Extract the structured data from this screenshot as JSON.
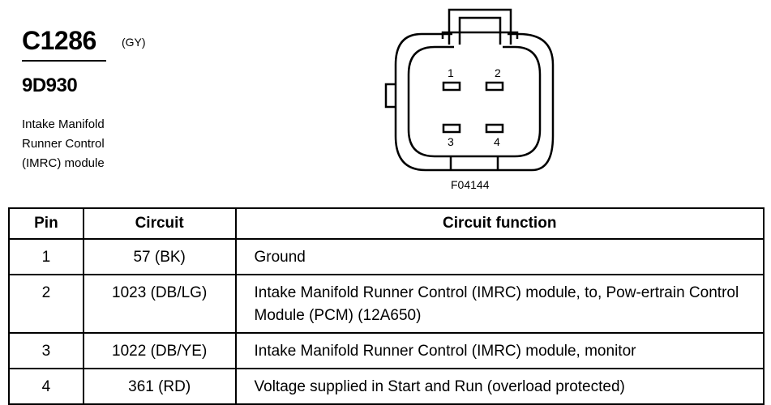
{
  "connector": {
    "id": "C1286",
    "color": "(GY)",
    "part_number": "9D930",
    "description_lines": [
      "Intake Manifold",
      "Runner Control",
      "(IMRC) module"
    ]
  },
  "diagram": {
    "figure_id": "F04144",
    "pin_labels": [
      "1",
      "2",
      "3",
      "4"
    ]
  },
  "table": {
    "headers": [
      "Pin",
      "Circuit",
      "Circuit function"
    ],
    "rows": [
      {
        "pin": "1",
        "circuit": "57 (BK)",
        "function": "Ground"
      },
      {
        "pin": "2",
        "circuit": "1023 (DB/LG)",
        "function": "Intake Manifold Runner Control (IMRC) module, to, Pow-ertrain Control Module (PCM) (12A650)"
      },
      {
        "pin": "3",
        "circuit": "1022 (DB/YE)",
        "function": "Intake Manifold Runner Control (IMRC) module, monitor"
      },
      {
        "pin": "4",
        "circuit": "361 (RD)",
        "function": "Voltage supplied in Start and Run (overload protected)"
      }
    ]
  }
}
